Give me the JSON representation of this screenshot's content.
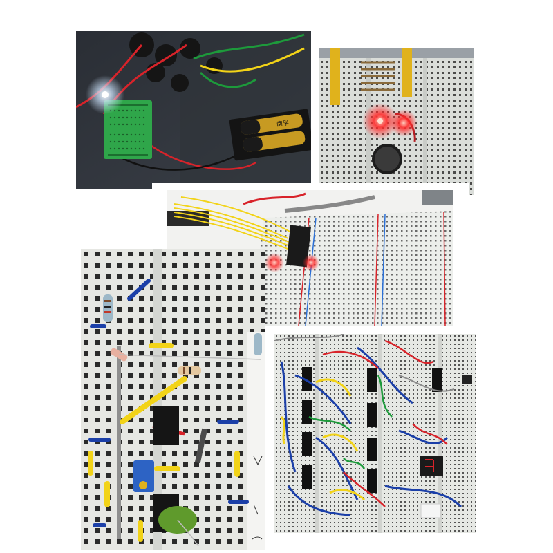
{
  "collage": {
    "photos": [
      {
        "id": "mini-breadboard-battery"
      },
      {
        "id": "breadboard-red-led-coin-cell"
      },
      {
        "id": "breadboard-ic-ribbon-wires"
      },
      {
        "id": "breadboard-resistors-capacitor"
      },
      {
        "id": "breadboard-logic-seven-segment"
      }
    ],
    "battery_label": "南孚",
    "colors": {
      "breadboard_white": "#e9e9e4",
      "breadboard_green": "#2fa64a",
      "wire_red": "#d8232a",
      "wire_yellow": "#f2d318",
      "wire_blue": "#1b3fa8",
      "wire_green": "#1d9a3b",
      "led_glow": "#ff2a2a",
      "background_dark": "#2a2e35"
    }
  }
}
